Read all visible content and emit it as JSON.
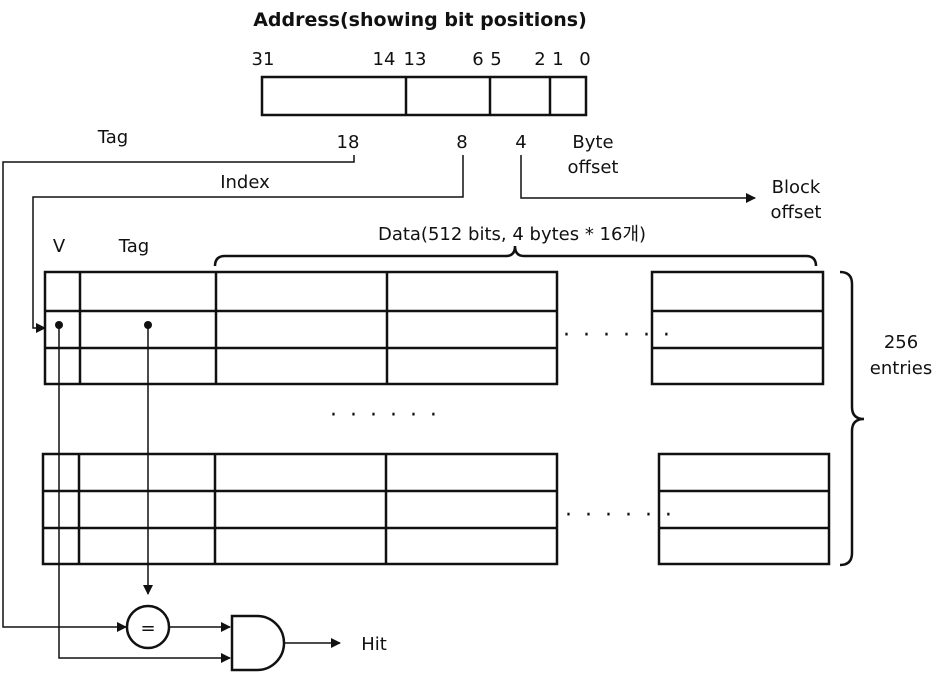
{
  "title": "Address(showing bit positions)",
  "bit_positions": [
    "31",
    "14",
    "13",
    "6",
    "5",
    "2",
    "1",
    "0"
  ],
  "field_widths": {
    "tag": "18",
    "index": "8",
    "block_offset": "4"
  },
  "labels": {
    "tag": "Tag",
    "index": "Index",
    "byte_offset_line1": "Byte",
    "byte_offset_line2": "offset",
    "block_offset_line1": "Block",
    "block_offset_line2": "offset",
    "valid_column": "V",
    "tag_column": "Tag",
    "data_header": "Data(512 bits, 4 bytes * 16개)",
    "entries_line1": "256",
    "entries_line2": "entries",
    "comparator": "=",
    "hit": "Hit"
  },
  "ellipsis": "· · · · · ·",
  "colors": {
    "highlight_row": "#e9e5dc",
    "line": "#111111"
  }
}
